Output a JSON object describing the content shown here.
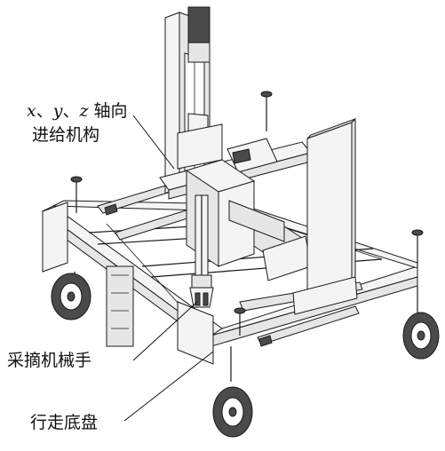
{
  "labels": {
    "feed_line1_x": "x",
    "feed_line1_sep1": "、",
    "feed_line1_y": "y",
    "feed_line1_sep2": "、",
    "feed_line1_z": "z",
    "feed_line1_suffix": " 轴向",
    "feed_line2": "进给机构",
    "picker": "采摘机械手",
    "chassis": "行走底盘"
  }
}
